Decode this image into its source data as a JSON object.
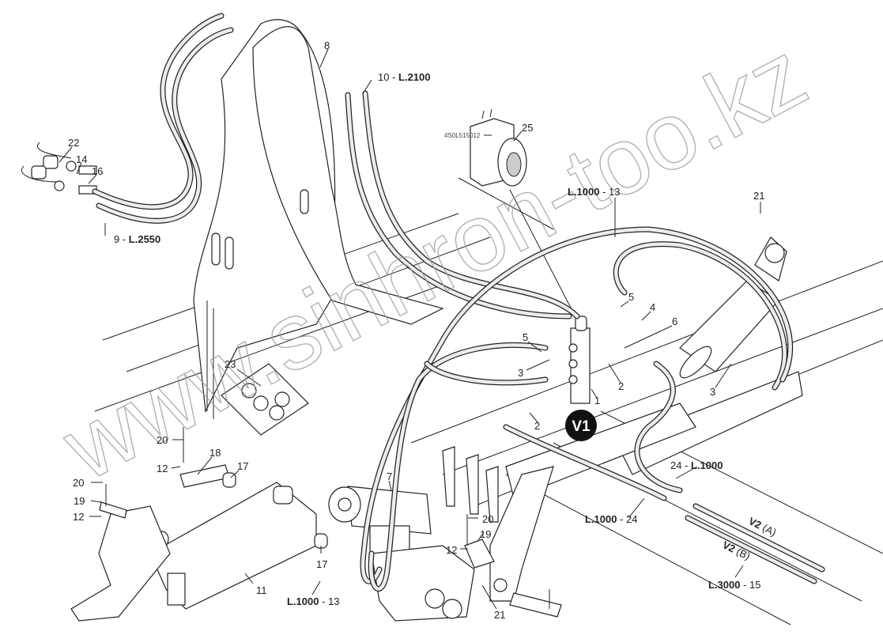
{
  "watermark": "www.sinhron-too.kz",
  "labels": {
    "p8": "8",
    "p10": "10 - ",
    "p10_len": "L.2100",
    "p22": "22",
    "p14": "14",
    "p16": "16",
    "p9": "9 - ",
    "p9_len": "L.2550",
    "code": "4S0L515012",
    "p25": "25",
    "p13_top_len": "L.1000",
    "p13_top": " - 13",
    "p21_top": "21",
    "p5a": "5",
    "p4": "4",
    "p6": "6",
    "p5b": "5",
    "p3a": "3",
    "p2a": "2",
    "p1": "1",
    "p2b": "2",
    "p3b": "3",
    "v1": "V1",
    "p23": "23",
    "p20a": "20",
    "p18": "18",
    "p17a": "17",
    "p12a": "12",
    "p20b": "20",
    "p19a": "19",
    "p12b": "12",
    "p7": "7",
    "p17b": "17",
    "p11": "11",
    "p20c": "20",
    "p19b": "19",
    "p12c": "12",
    "p24a": "24 - ",
    "p24a_len": "L.1000",
    "p24b_len": "L.1000",
    "p24b": " - 24",
    "v2a": "V2",
    "v2a_port": " (A)",
    "v2b": "V2",
    "v2b_port": " (B)",
    "p15_len": "L.3000",
    "p15": " - 15",
    "p13_bot_len": "L.1000",
    "p13_bot": " - 13",
    "p21_bot": "21"
  }
}
